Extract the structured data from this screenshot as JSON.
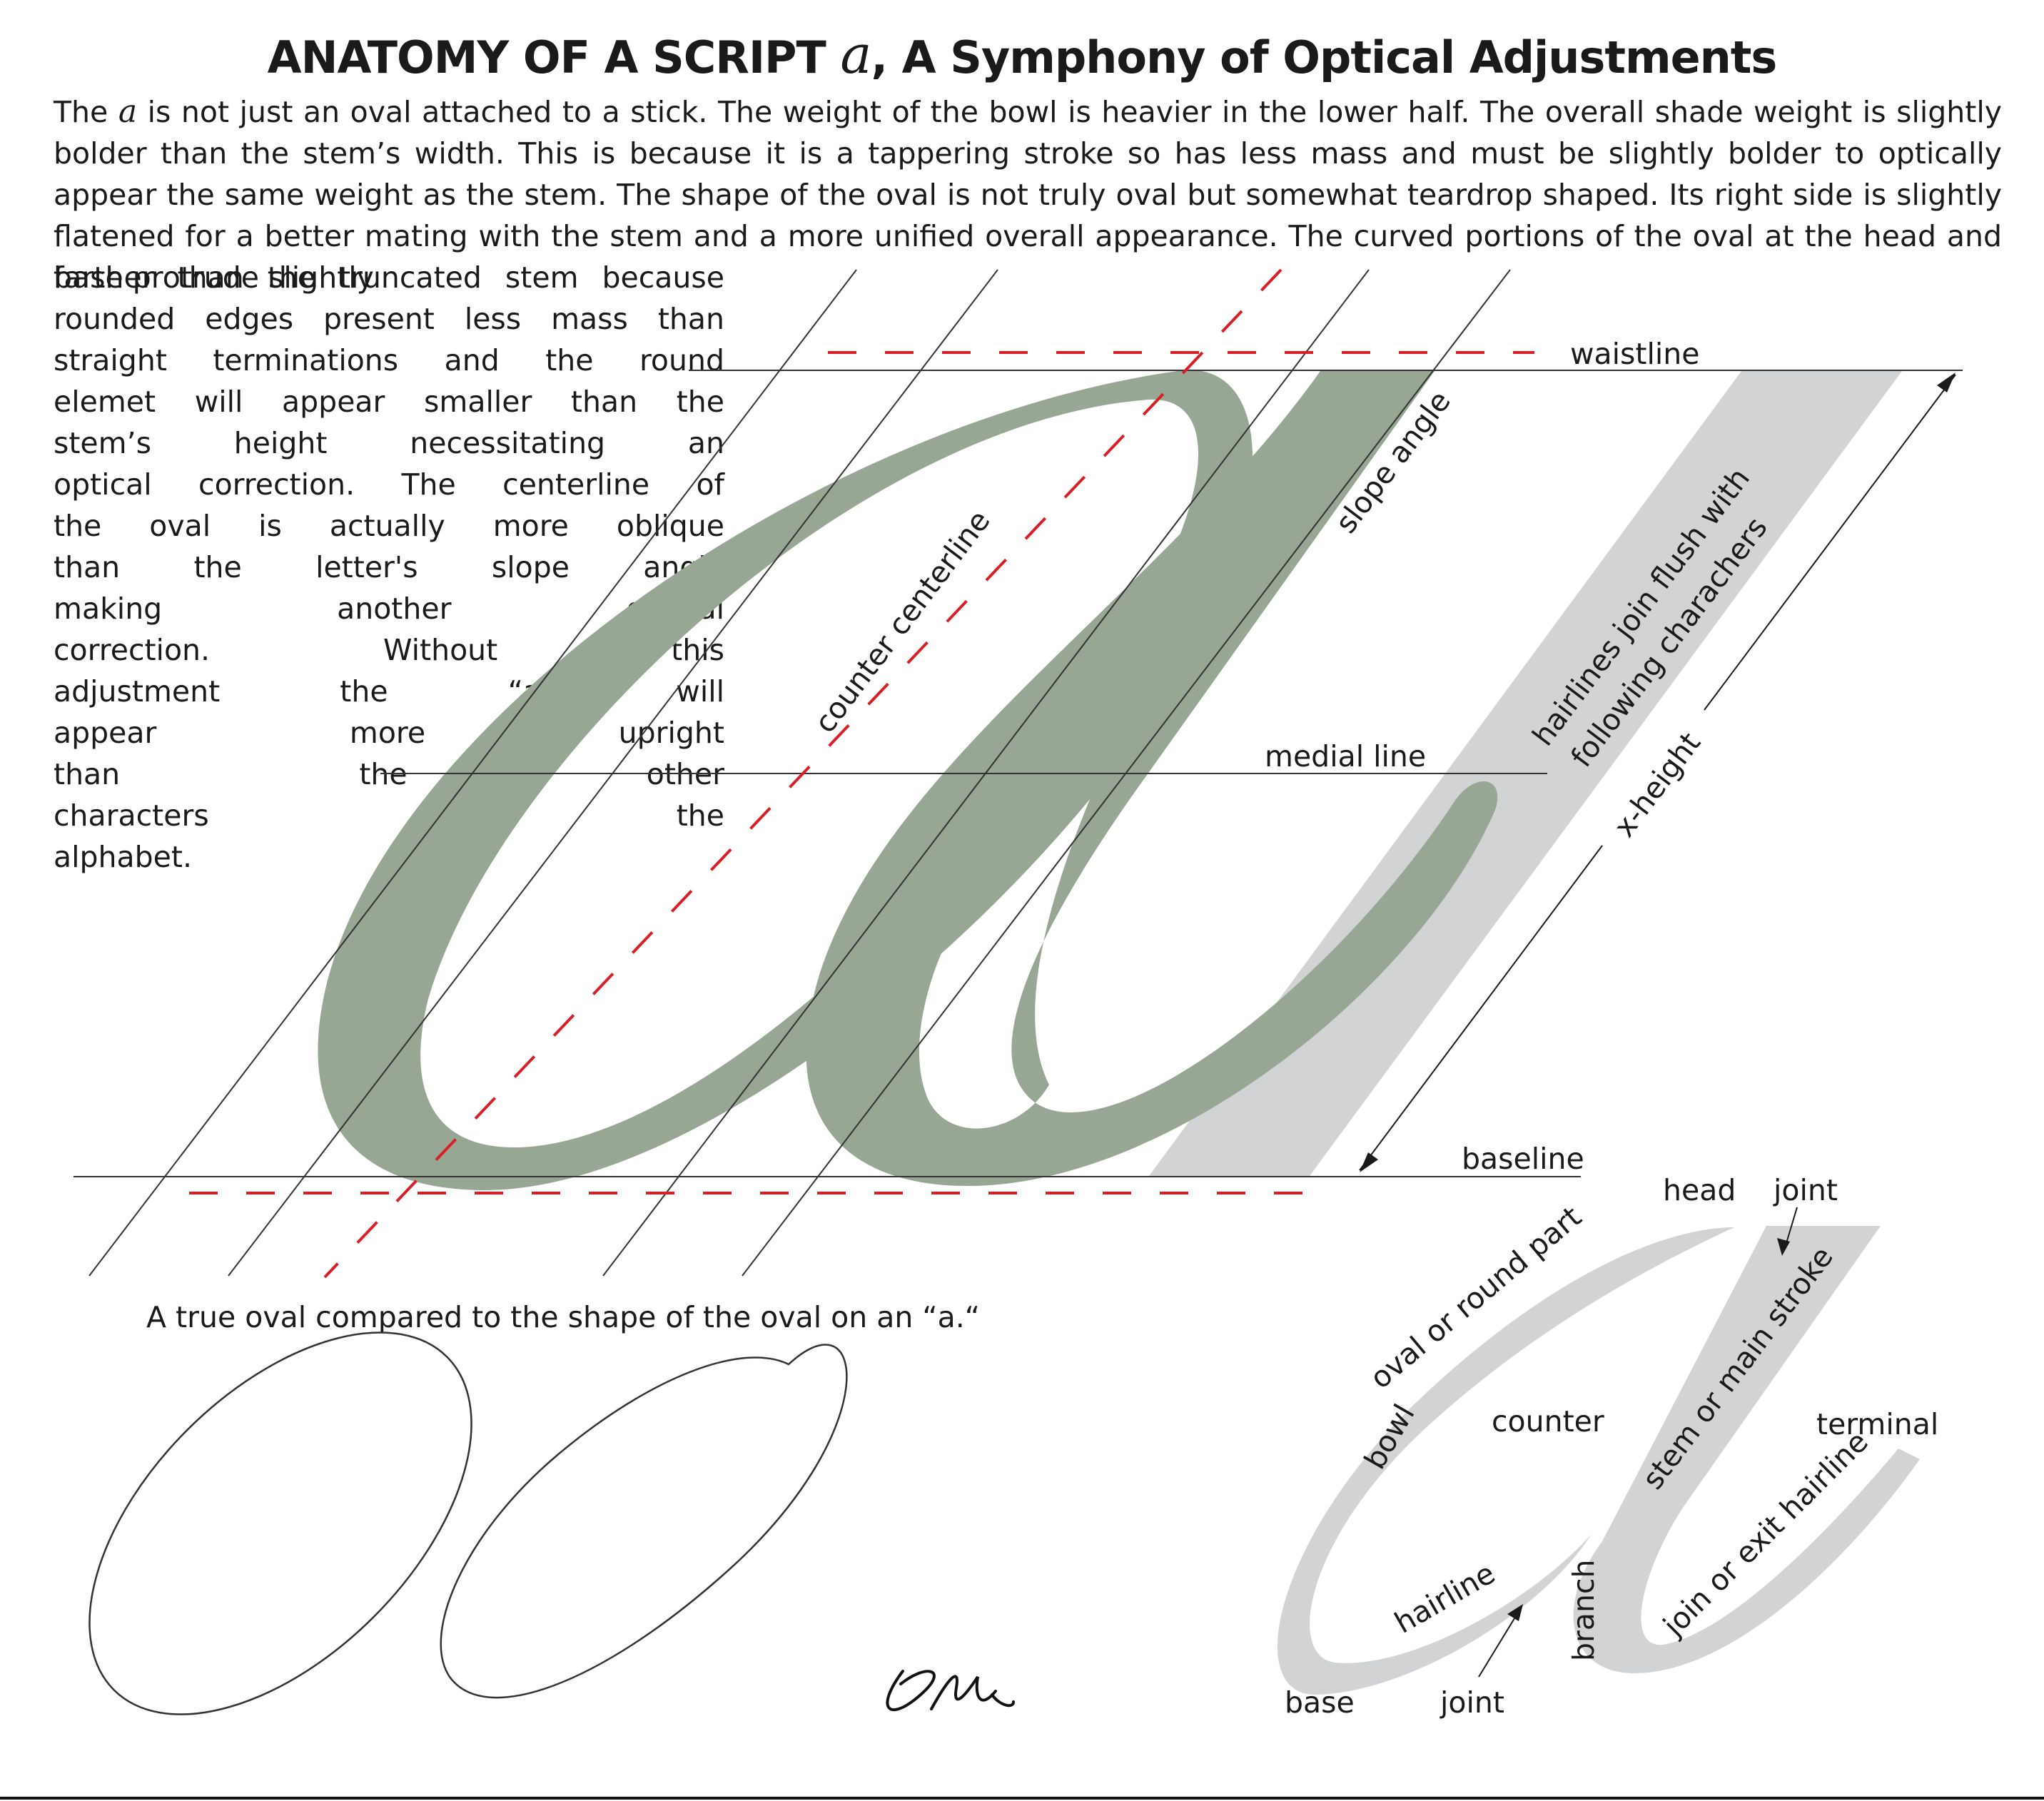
{
  "title": {
    "before": "ANATOMY OF A SCRIPT ",
    "glyph": "a",
    "after": ", A Symphony of Optical Adjustments"
  },
  "intro": {
    "lead": "The ",
    "glyph": "a",
    "text": " is not just an oval attached to a stick. The weight of the bowl is heavier in the lower half. The overall shade weight is slightly bolder than the stem’s width. This is because it is a tappering stroke so has less mass and must be slightly bolder to optically appear the same weight as the stem. The shape of the oval is not truly oval but somewhat teardrop shaped. Its right side is slightly flatened for a better mating with the stem and a more unified overall appearance. The curved portions of the oval at the head and base protrude slightly"
  },
  "side_lines": [
    "farther than the truncated stem because",
    "rounded edges present less mass than",
    "straight terminations and the round",
    "elemet will appear smaller than the",
    "stem’s height necessitating an",
    "optical correction. The centerline of",
    "the oval is actually more oblique",
    "than the letter's slope angle",
    "making another optical",
    "correction. Without this",
    "adjustment the “a” will",
    "appear more upright",
    "than the other",
    "characters of the",
    "alphabet."
  ],
  "labels": {
    "waistline": "waistline",
    "slope_angle": "slope angle",
    "counter_centerline": "counter centerline",
    "hairlines_1": "hairlines join flush with",
    "hairlines_2": "following charachers",
    "medial_line": "medial line",
    "x_height": "x-height",
    "baseline": "baseline"
  },
  "compare_caption": "A true oval compared to the shape of the oval on an “a.“",
  "anatomy": {
    "head": "head",
    "joint_top": "joint",
    "oval": "oval or round part",
    "stem": "stem or main stroke",
    "bowl": "bowl",
    "counter": "counter",
    "terminal": "terminal",
    "hairline": "hairline",
    "branch": "branch",
    "join_exit": "join or exit hairline",
    "base": "base",
    "joint_bottom": "joint"
  },
  "colors": {
    "letter_fill": "#97a794",
    "stem_shadow": "#d2d3d4",
    "guide_dash": "#d81f26",
    "small_a": "#d2d3d4"
  }
}
